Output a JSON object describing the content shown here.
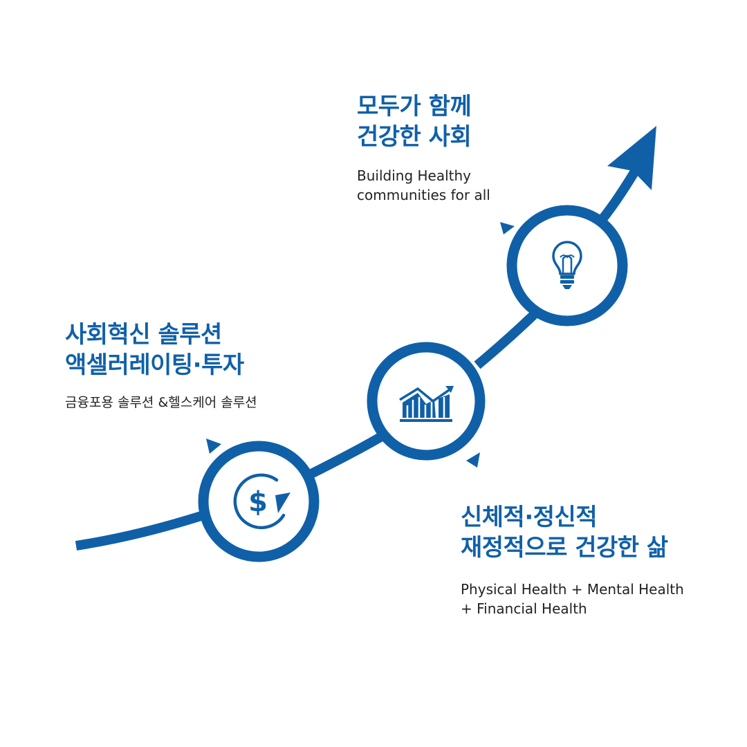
{
  "colors": {
    "primary": "#1060a8",
    "text": "#222222",
    "background": "#ffffff"
  },
  "stages": [
    {
      "icon": "dollar-cycle-icon",
      "heading_lines": [
        "사회혁신 솔루션",
        "액셀러레이팅·투자"
      ],
      "sub_lines": [
        "금융포용 솔루션 &헬스케어 솔루션"
      ]
    },
    {
      "icon": "bar-chart-trend-icon",
      "heading_lines": [
        "신체적·정신적",
        "재정적으로 건강한 삶"
      ],
      "sub_lines": [
        "Physical Health + Mental Health",
        "+  Financial Health"
      ]
    },
    {
      "icon": "lightbulb-icon",
      "heading_lines": [
        "모두가 함께",
        "건강한 사회"
      ],
      "sub_lines": [
        "Building Healthy",
        "communities for all"
      ]
    }
  ]
}
